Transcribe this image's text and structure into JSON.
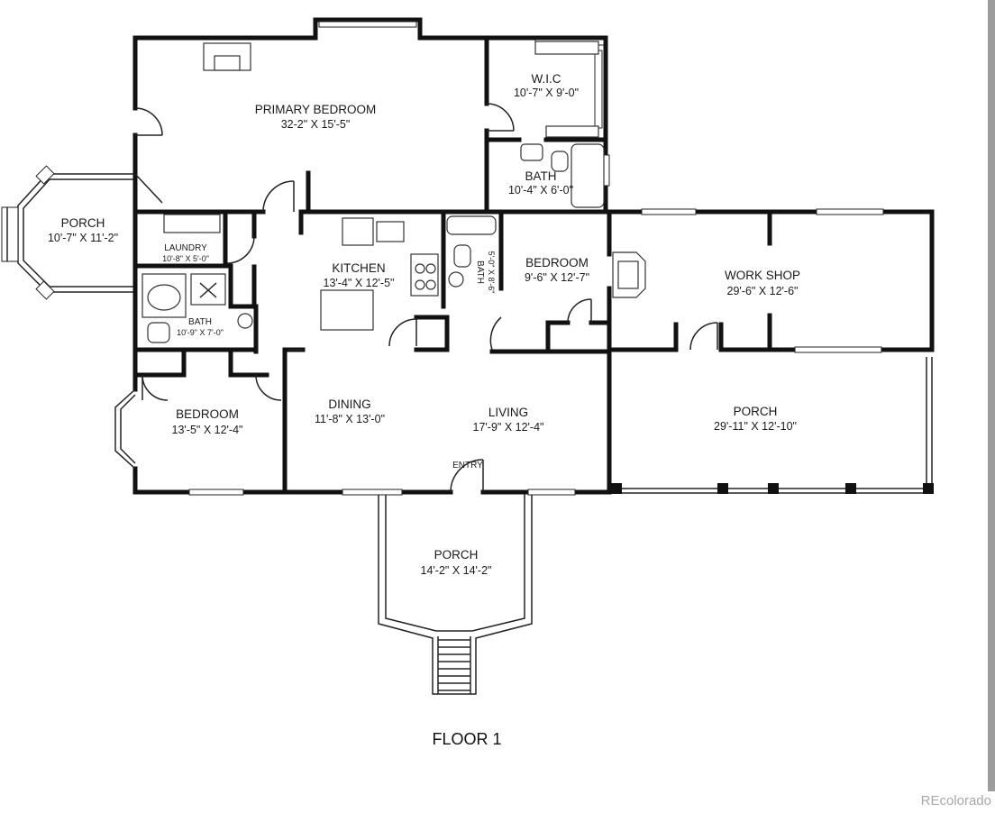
{
  "rooms": {
    "primary_bedroom": {
      "name": "PRIMARY BEDROOM",
      "dims": "32-2\" X 15'-5\""
    },
    "wic": {
      "name": "W.I.C",
      "dims": "10'-7\" X 9'-0\""
    },
    "primary_bath": {
      "name": "BATH",
      "dims": "10'-4\" X 6'-0\""
    },
    "west_porch": {
      "name": "PORCH",
      "dims": "10'-7\" X 11'-2\""
    },
    "laundry": {
      "name": "LAUNDRY",
      "dims": "10'-8\" X 5'-0\""
    },
    "kitchen": {
      "name": "KITCHEN",
      "dims": "13'-4\" X 12'-5\""
    },
    "small_bath": {
      "name": "BATH",
      "dims": "5'-0\" X 8'-6\""
    },
    "east_bedroom": {
      "name": "BEDROOM",
      "dims": "9'-6\" X 12'-7\""
    },
    "work_shop": {
      "name": "WORK SHOP",
      "dims": "29'-6\" X 12'-6\""
    },
    "hall_bath": {
      "name": "BATH",
      "dims": "10'-9\" X 7'-0\""
    },
    "west_bedroom": {
      "name": "BEDROOM",
      "dims": "13'-5\" X 12'-4\""
    },
    "dining": {
      "name": "DINING",
      "dims": "11'-8\" X 13'-0\""
    },
    "living": {
      "name": "LIVING",
      "dims": "17'-9\" X 12'-4\""
    },
    "east_porch": {
      "name": "PORCH",
      "dims": "29'-11\" X 12'-10\""
    },
    "front_porch": {
      "name": "PORCH",
      "dims": "14'-2\" X 14'-2\""
    }
  },
  "entry_label": "ENTRY",
  "floor_label": "FLOOR 1",
  "watermark": "REcolorado"
}
